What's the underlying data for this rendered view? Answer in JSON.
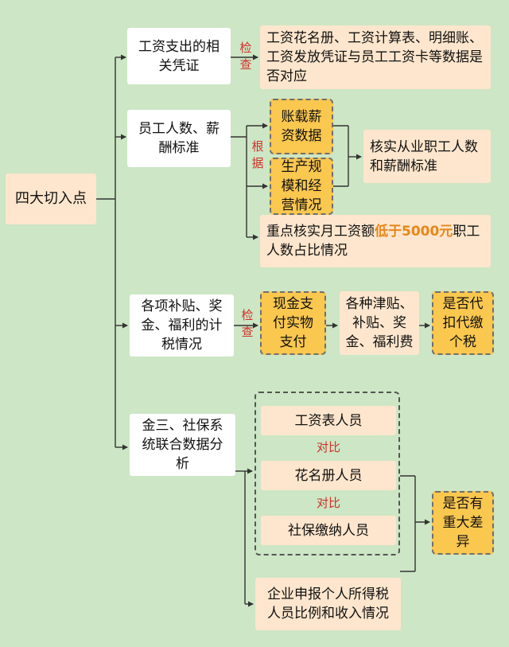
{
  "root": {
    "label": "四大切入点"
  },
  "branches": {
    "b1": {
      "label": "工资支出的相关凭证"
    },
    "b2": {
      "label": "员工人数、薪酬标准"
    },
    "b3": {
      "label": "各项补贴、奖金、福利的计税情况"
    },
    "b4": {
      "label": "金三、社保系统联合数据分析"
    }
  },
  "labels": {
    "check1": "检查",
    "basis": "根据",
    "check2": "检查",
    "compare1": "对比",
    "compare2": "对比"
  },
  "b1_detail": {
    "label": "工资花名册、工资计算表、明细账、工资发放凭证与员工工资卡等数据是否对应"
  },
  "b2_basis": {
    "item1": "账载薪资数据",
    "item2": "生产规模和经营情况"
  },
  "b2_verify": {
    "label": "核实从业职工人数和薪酬标准"
  },
  "b2_key": {
    "prefix": "重点核实月工资额",
    "highlight": "低于5000元",
    "suffix": "职工人数占比情况"
  },
  "b3_flow": {
    "payment": "现金支付实物支付",
    "items": "各种津贴、补贴、奖金、福利费",
    "result": "是否代扣代缴个税"
  },
  "b4_compare": {
    "item1": "工资表人员",
    "item2": "花名册人员",
    "item3": "社保缴纳人员",
    "result": "是否有重大差异"
  },
  "b4_tax": {
    "label": "企业申报个人所得税人员比例和收入情况"
  },
  "colors": {
    "background": "#cde6c5",
    "gold": "#fac74f",
    "peach": "#fde6cd",
    "label_red": "#d0302a",
    "highlight_orange": "#e8861b"
  }
}
